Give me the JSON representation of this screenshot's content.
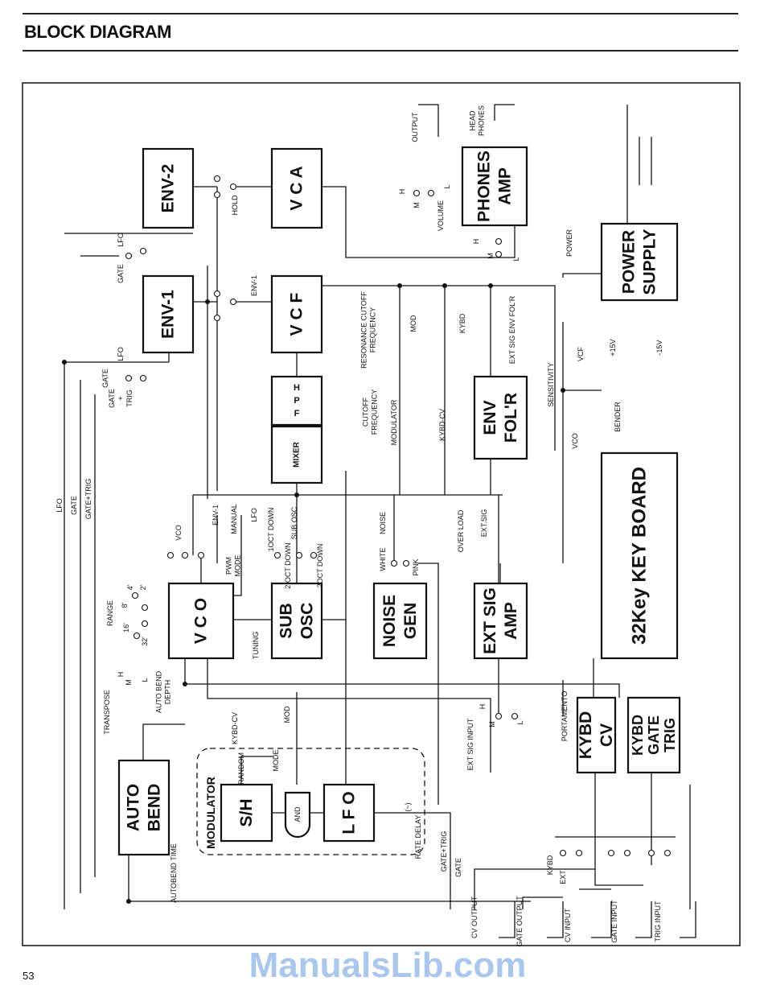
{
  "header": {
    "title": "BLOCK DIAGRAM"
  },
  "footer": {
    "page_number": "53"
  },
  "watermark": "ManualsLib.com",
  "blocks": {
    "env2": [
      "ENV-2"
    ],
    "env1": [
      "ENV-1"
    ],
    "vca": [
      "V C A"
    ],
    "vcf": [
      "V C F"
    ],
    "hpf": [
      "H",
      "P",
      "F"
    ],
    "mixer": [
      "MIXER"
    ],
    "phones_amp": [
      "PHONES",
      "AMP"
    ],
    "power_supply": [
      "POWER",
      "SUPPLY"
    ],
    "env_folr": [
      "ENV",
      "FOL'R"
    ],
    "keyboard": [
      "32Key KEY BOARD"
    ],
    "vco": [
      "V C O"
    ],
    "sub_osc": [
      "SUB",
      "OSC"
    ],
    "noise_gen": [
      "NOISE",
      "GEN"
    ],
    "ext_sig_amp": [
      "EXT SIG",
      "AMP"
    ],
    "kybd_cv": [
      "KYBD",
      "CV"
    ],
    "kybd_gate_trig": [
      "KYBD",
      "GATE",
      "TRIG"
    ],
    "auto_bend": [
      "AUTO",
      "BEND"
    ],
    "sh": [
      "S/H"
    ],
    "lfo": [
      "L F O"
    ],
    "and": [
      "AND"
    ],
    "modulator": [
      "MODULATOR"
    ]
  },
  "labels": {
    "lfo_env2": "LFO",
    "gate_env2": "GATE",
    "lfo_env1": "LFO",
    "gate_env1": "GATE",
    "gate_trig_env1": [
      "GATE",
      "+",
      "TRIG"
    ],
    "env1_vcf": "ENV-1",
    "hold": "HOLD",
    "resonance": [
      "RESONANCE CUTOFF",
      "FREQUENCY"
    ],
    "cutoff": [
      "CUTOFF",
      "FREQUENCY"
    ],
    "modulator_cv": "MODULATOR",
    "mod": "MOD",
    "kybd_cv": "KYBD-CV",
    "kybd": "KYBD",
    "ext_sig_env_folr": "EXT SIG ENV FOL'R",
    "sensitivity": "SENSITIVITY",
    "vcf_sens": "VCF",
    "vco_sens": "VCO",
    "bender": "BENDER",
    "output": "OUTPUT",
    "head_phones": [
      "HEAD",
      "PHONES"
    ],
    "volume": "VOLUME",
    "h1": "H",
    "m1": "M",
    "l1": "L",
    "h2": "H",
    "m2": "M",
    "l2": "L",
    "power": "POWER",
    "plus15": "+15V",
    "minus15": "-15V",
    "lfo_wave": "LFO",
    "gate_wave": "GATE",
    "gate_trig_wave": "GATE+TRIG",
    "vco_pwm": "VCO",
    "env1_pwm": "ENV-1",
    "manual": "MANUAL",
    "lfo_pwm": "LFO",
    "pwm_mode": [
      "PWM",
      "MODE"
    ],
    "sub_osc_level": "SUB OSC",
    "oct1": "1OCT DOWN",
    "oct2a": "2 OCT DOWN",
    "oct2b": "2OCT DOWN",
    "white": "WHITE",
    "noise": "NOISE",
    "pink": "PINK",
    "over_load": "OVER LOAD",
    "ext_sig": "EXT.SIG",
    "range": "RANGE",
    "r8": "8'",
    "r4": "4'",
    "r2": "2'",
    "r16": "16'",
    "r32": "32'",
    "tuning": "TUNING",
    "transpose": "TRANSPOSE",
    "th": "H",
    "tm": "M",
    "tl": "L",
    "auto_bend_depth": [
      "AUTO BEND",
      "DEPTH"
    ],
    "kybd_cv2": "KYBD-CV",
    "mod2": "MOD",
    "mode": "MODE",
    "random": "RANDOM",
    "autobend_time": "AUTOBEND TIME",
    "rate_delay": "RATE  DELAY",
    "tilde": "(~)",
    "gate_trig2": "GATE+TRIG",
    "gate2": "GATE",
    "ext_sig_input": "EXT SIG INPUT",
    "eh": "H",
    "em": "M",
    "el": "L",
    "portamento": "PORTAMENTO",
    "kybd_sw": "KYBD",
    "ext_sw": "EXT",
    "cv_output": "CV OUTPUT",
    "gate_output": "GATE OUTPUT",
    "cv_input": "CV INPUT",
    "gate_input": "GATE INPUT",
    "trig_input": "TRIG INPUT"
  }
}
